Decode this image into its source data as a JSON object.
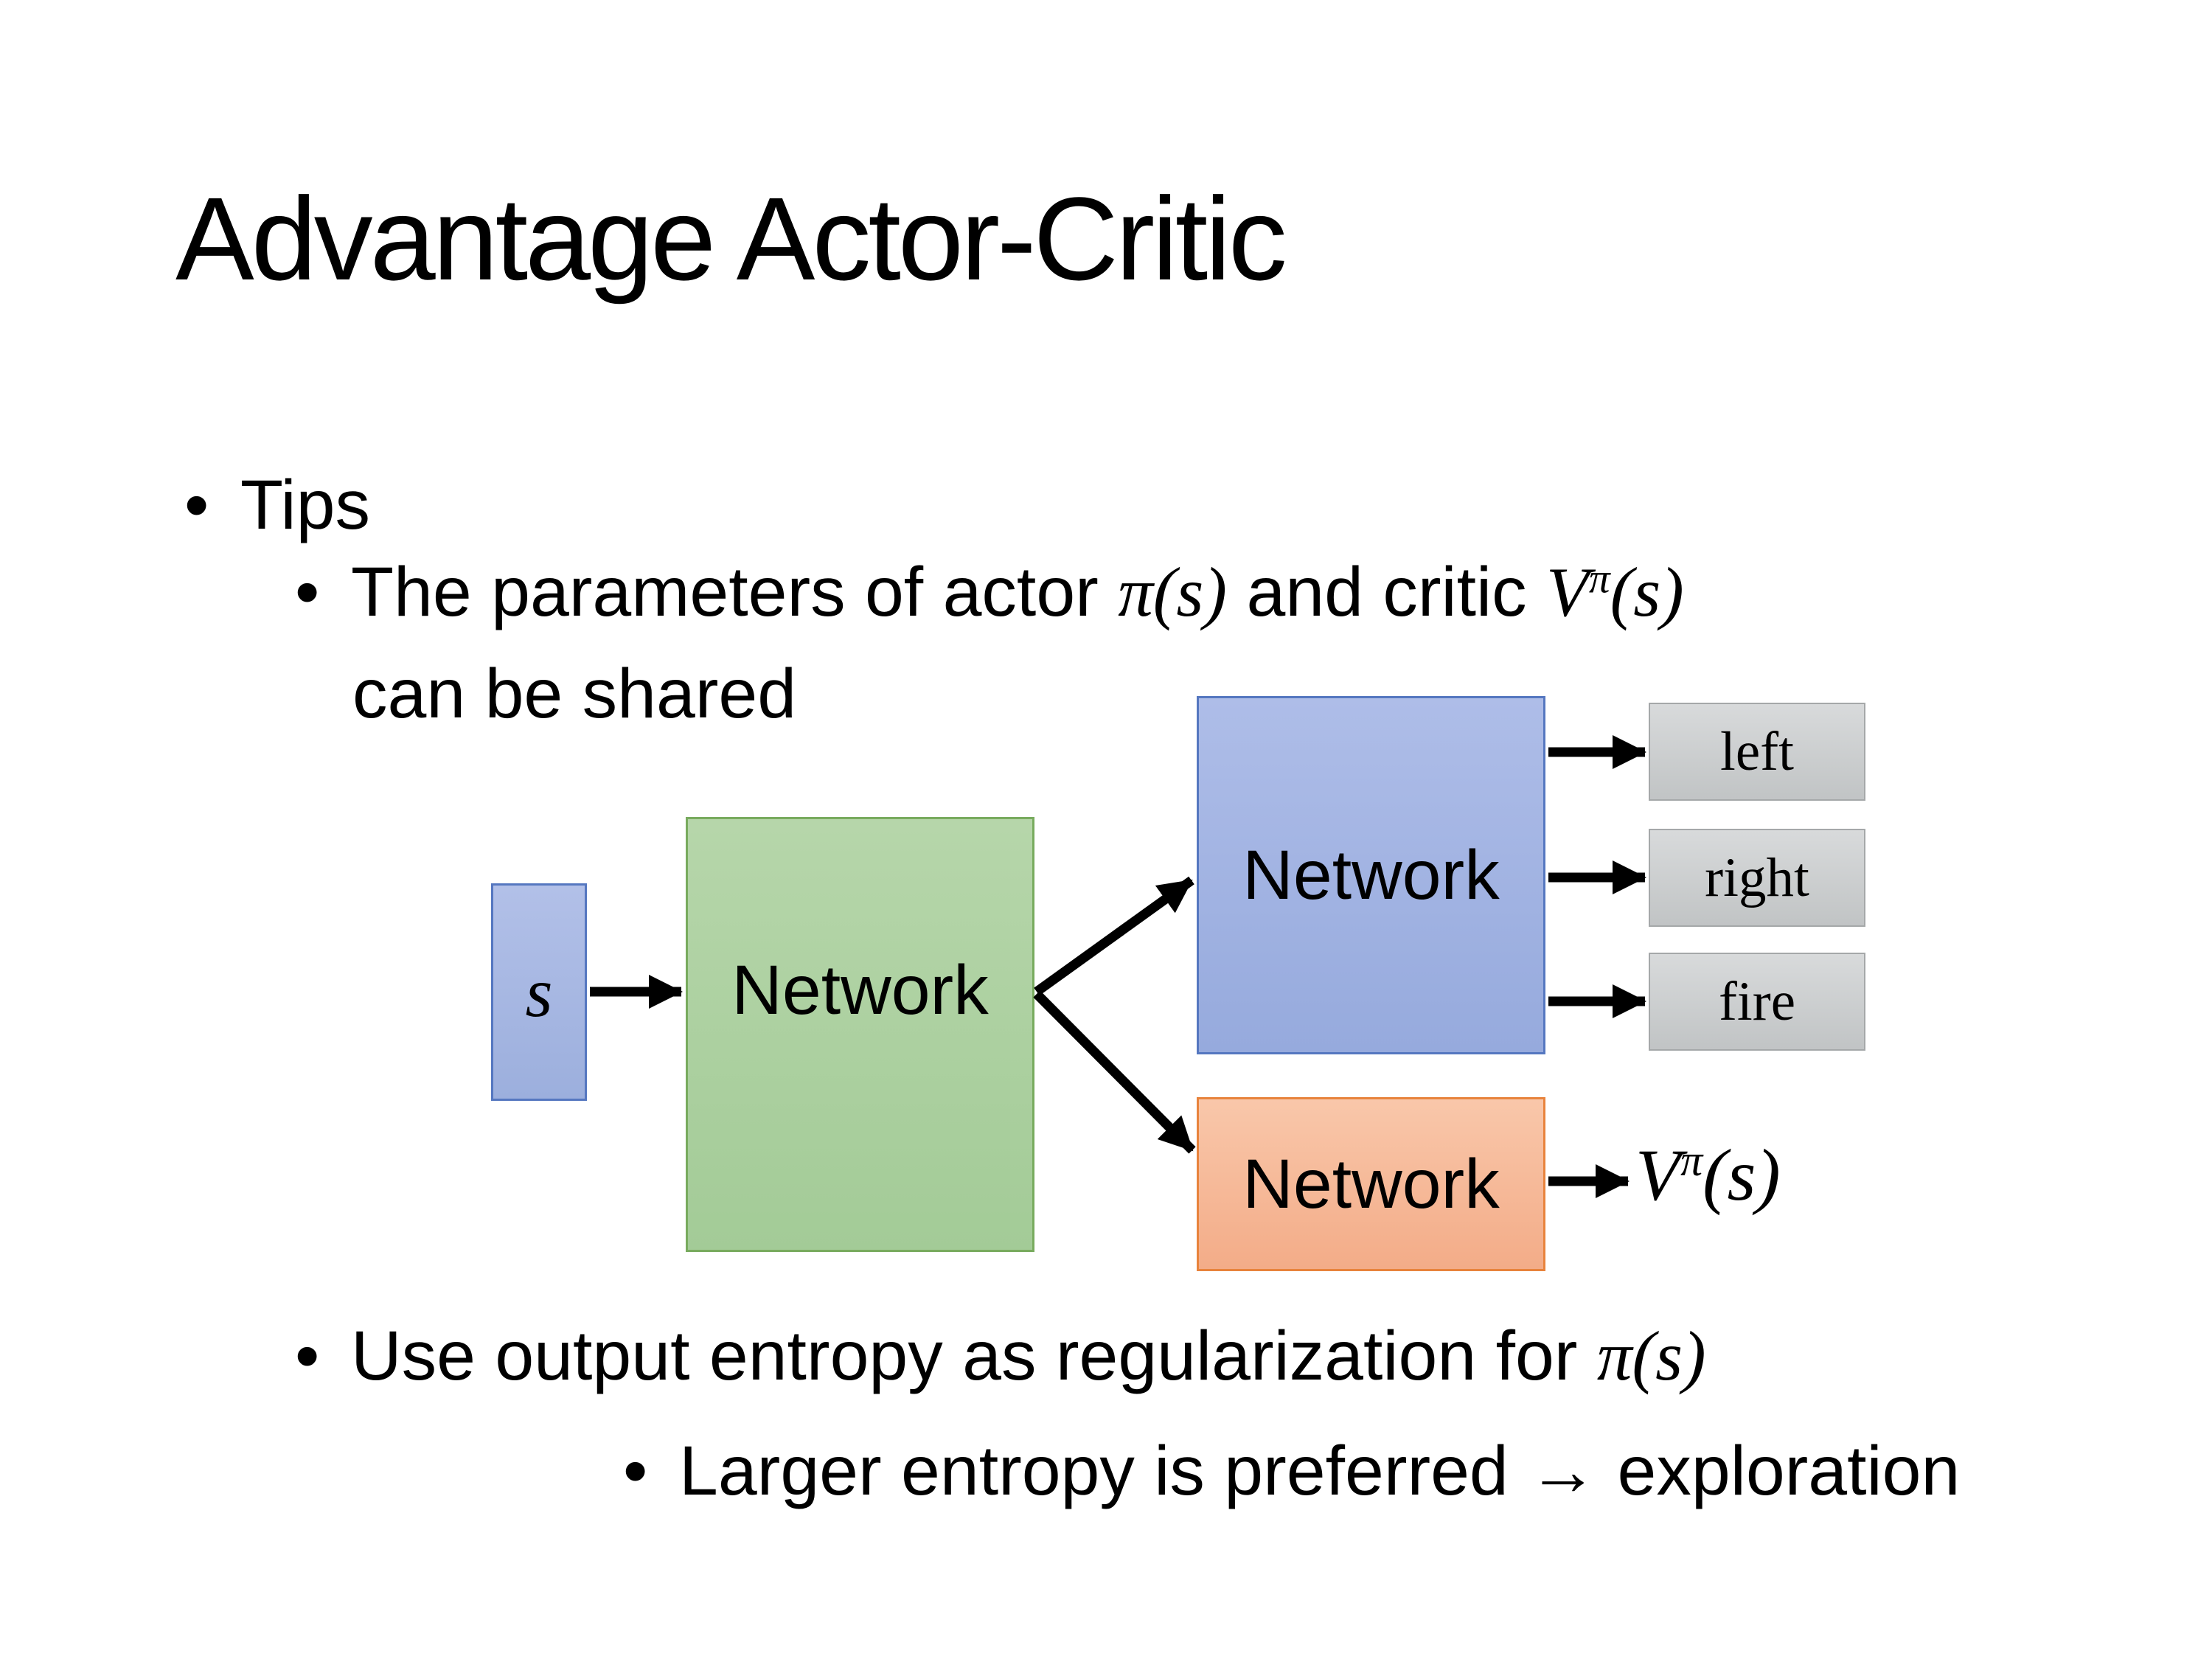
{
  "slide": {
    "title": "Advantage Actor-Critic",
    "background": "#ffffff"
  },
  "bullets": {
    "marker": "•",
    "tips": "Tips",
    "param_line": {
      "pre": "The parameters of actor ",
      "math_pi": "π(s)",
      "mid": " and critic ",
      "v_base": "V",
      "v_sup": "π",
      "v_args": "(s)",
      "line2": "can be shared"
    },
    "entropy_line": {
      "pre": "Use output entropy as regularization for ",
      "math_pi": "π(s)"
    },
    "exploration_line": "Larger entropy is preferred → exploration"
  },
  "diagram": {
    "state_label": "s",
    "shared_network_label": "Network",
    "actor_network_label": "Network",
    "critic_network_label": "Network",
    "actions": [
      "left",
      "right",
      "fire"
    ],
    "value_output": {
      "base": "V",
      "sup": "π",
      "args": "(s)"
    },
    "colors": {
      "state_fill": "#a6b6e3",
      "state_border": "#5577c0",
      "shared_fill": "#acd1a0",
      "shared_border": "#78ab5e",
      "actor_fill": "#a2b4e2",
      "actor_border": "#5577c0",
      "critic_fill": "#f6ba99",
      "critic_border": "#e8833c",
      "action_fill": "#cccfd0",
      "action_border": "#a5a8a9",
      "arrow": "#000000"
    }
  }
}
